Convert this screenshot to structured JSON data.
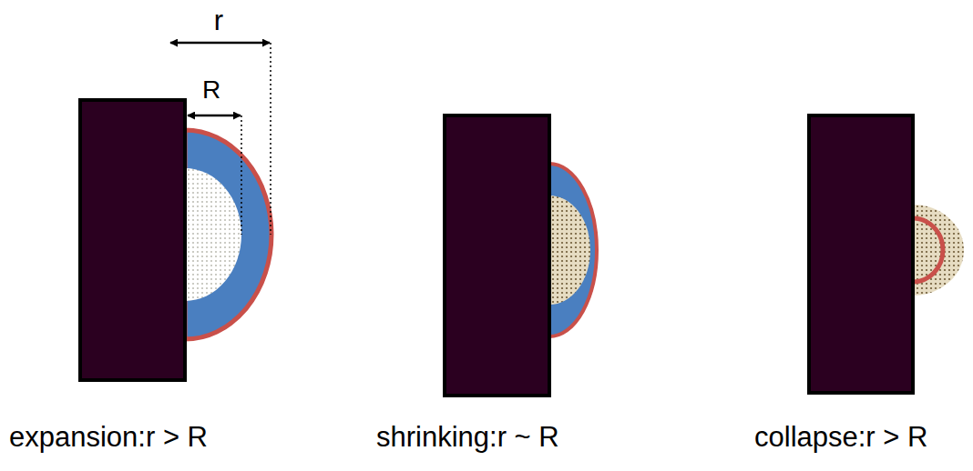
{
  "diagram": {
    "labels": [
      "r",
      "R",
      "expansion:r > R",
      "shrinking:r ~ R",
      "collapse:r > R"
    ]
  }
}
